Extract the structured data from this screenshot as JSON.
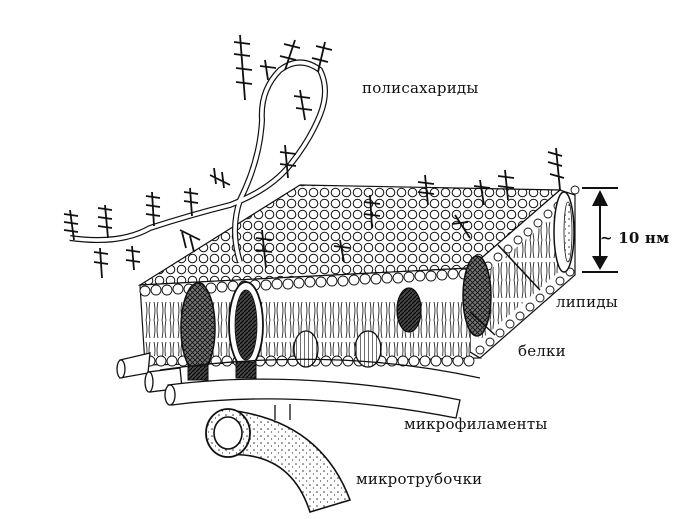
{
  "labels": {
    "polysaccharides": "полисахариды",
    "thickness": "~ 10 нм",
    "lipids": "липиды",
    "proteins": "белки",
    "microfilaments": "микрофиламенты",
    "microtubules": "микротрубочки"
  }
}
